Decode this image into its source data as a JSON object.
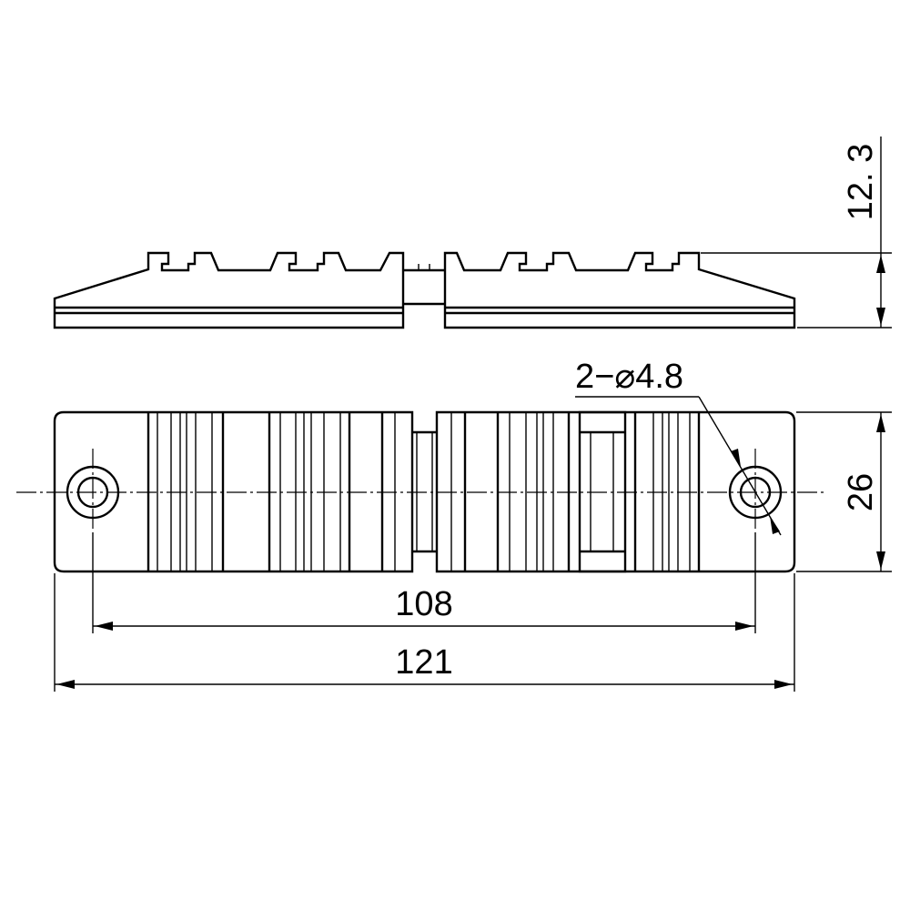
{
  "drawing": {
    "dimensions": {
      "height_side": "12. 3",
      "hole_note": "2−⌀4.8",
      "width": "26",
      "hole_spacing": "108",
      "overall_length": "121"
    },
    "colors": {
      "line": "#000000",
      "background": "#ffffff"
    }
  }
}
